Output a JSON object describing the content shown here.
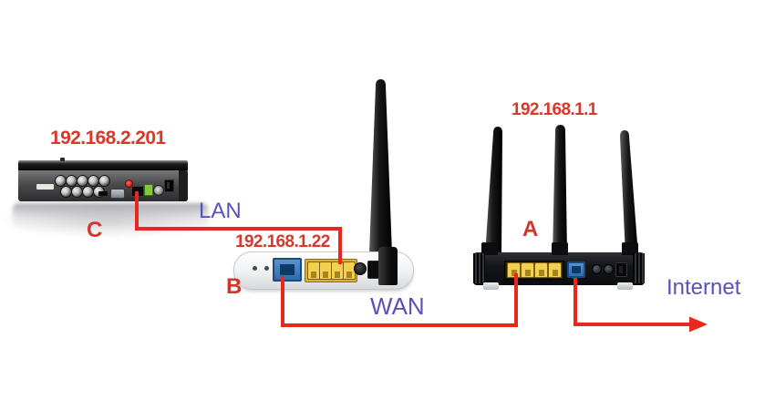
{
  "diagram": {
    "title_hint": "DVR to router network connection diagram",
    "labels": {
      "lan": "LAN",
      "wan": "WAN",
      "internet": "Internet"
    },
    "devices": {
      "dvr": {
        "id_letter": "C",
        "ip": "192.168.2.201"
      },
      "router_b": {
        "id_letter": "B",
        "ip": "192.168.1.22"
      },
      "router_a": {
        "id_letter": "A",
        "ip": "192.168.1.1"
      }
    },
    "connections": [
      {
        "from": "dvr-ethernet-port",
        "to": "router-b-lan-port",
        "label": "LAN"
      },
      {
        "from": "router-b-wan-port",
        "to": "router-a-lan-port",
        "label": "WAN"
      },
      {
        "from": "router-a-wan-port",
        "to": "internet",
        "label": "Internet"
      }
    ],
    "colors": {
      "wire_red": "#e8281e",
      "ip_text_red": "#d5392b",
      "label_purple": "#5852ba",
      "lan_port_yellow": "#f3d050",
      "wan_port_blue": "#2e6cae"
    }
  }
}
